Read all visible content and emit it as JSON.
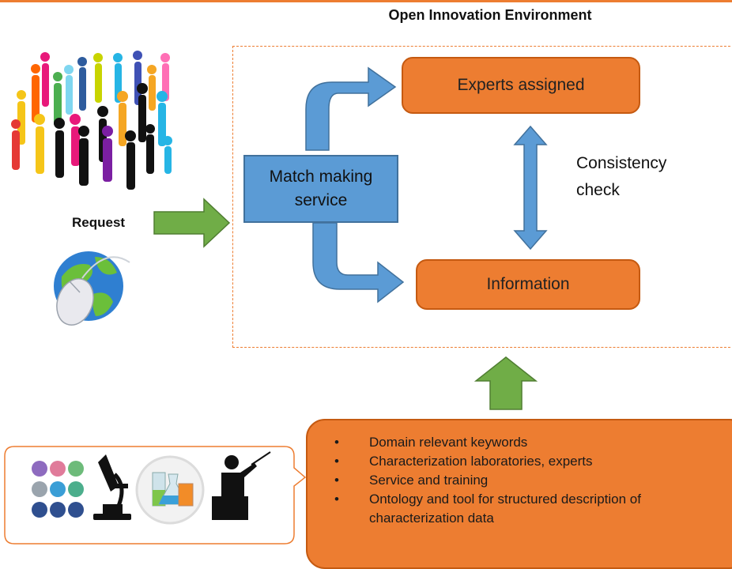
{
  "title": "Open Innovation Environment",
  "nodes": {
    "experts": "Experts assigned",
    "information": "Information",
    "matchmaking": "Match making service",
    "consistency": "Consistency check",
    "request": "Request"
  },
  "bullets": [
    "Domain relevant keywords",
    "Characterization laboratories, experts",
    "Service and training",
    "Ontology and tool for structured description of characterization data"
  ],
  "colors": {
    "orange": "#ed7d31",
    "blue": "#5b9bd5",
    "green": "#70ad47"
  },
  "icons": [
    "people-crowd-icon",
    "globe-mouse-icon",
    "user-avatars-icon",
    "microscope-icon",
    "lab-flasks-icon",
    "teacher-icon"
  ]
}
